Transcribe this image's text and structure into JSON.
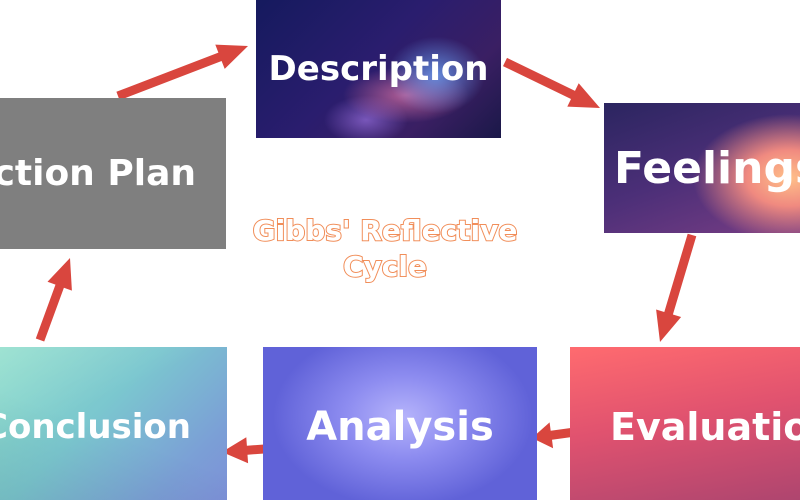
{
  "diagram": {
    "title": "Gibbs' Reflective Cycle",
    "stages": {
      "description": "Description",
      "feelings": "Feelings",
      "evaluation": "Evaluation",
      "analysis": "Analysis",
      "conclusion": "Conclusion",
      "action_plan": "Action Plan"
    },
    "flow": [
      "description",
      "feelings",
      "evaluation",
      "analysis",
      "conclusion",
      "action_plan"
    ],
    "colors": {
      "arrow": "#d9463e",
      "title_outline": "#f08a55",
      "action_plan_fill": "#7f7f7f"
    }
  }
}
